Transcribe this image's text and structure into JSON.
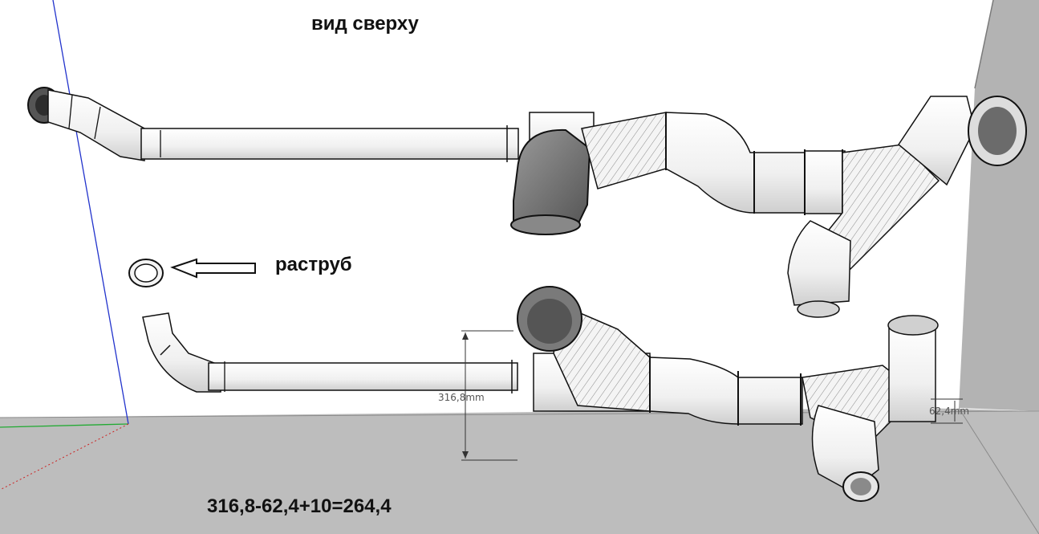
{
  "viewport": {
    "title": "вид сверху",
    "socket_label": "раструб",
    "dimension_1": "316,8mm",
    "dimension_2": "62,4mm",
    "formula": "316,8-62,4+10=264,4"
  },
  "colors": {
    "wall": "#ffffff",
    "floor": "#bdbdbd",
    "side_wall": "#b3b3b3",
    "pipe_fill": "#f2f2f2",
    "pipe_shadow": "#d2d2d2",
    "dark_fitting": "#6e6e6e",
    "red_axis": "#cc2222",
    "green_axis": "#22aa33",
    "blue_axis": "#2233cc"
  },
  "icons": {
    "socket_arrow": "left-arrow-outline"
  }
}
